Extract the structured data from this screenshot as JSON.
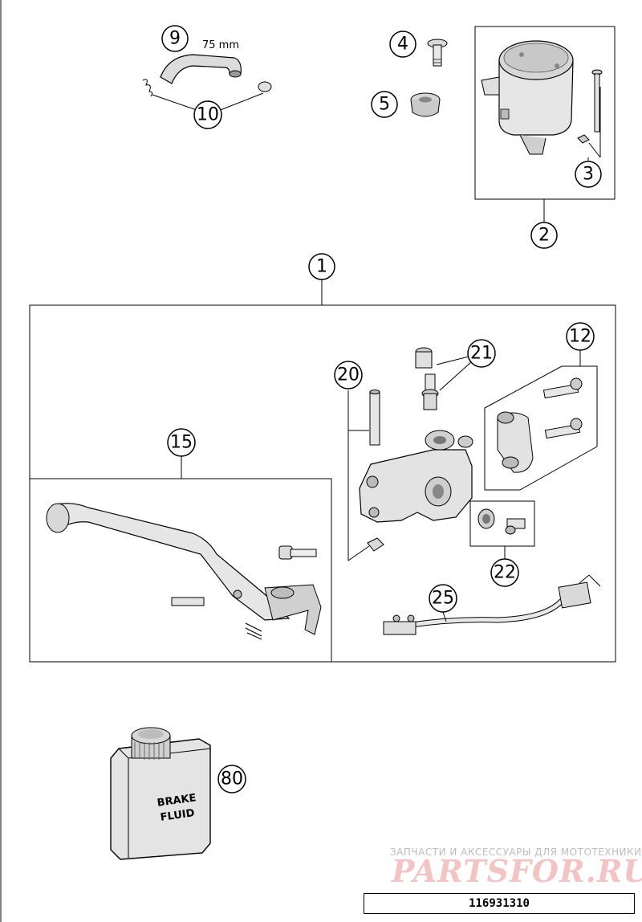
{
  "callouts": {
    "c1": "1",
    "c2": "2",
    "c3": "3",
    "c4": "4",
    "c5": "5",
    "c9": "9",
    "c10": "10",
    "c12": "12",
    "c15": "15",
    "c20": "20",
    "c21": "21",
    "c22": "22",
    "c25": "25",
    "c80": "80"
  },
  "hose_length": "75 mm",
  "fluid_label": [
    "BRAKE",
    "FLUID"
  ],
  "watermark": {
    "line1": "ЗАПЧАСТИ И АКСЕССУАРЫ ДЛЯ МОТОТЕХНИКИ",
    "line2": "PARTSFOR.RU"
  },
  "document_number": "116931310"
}
